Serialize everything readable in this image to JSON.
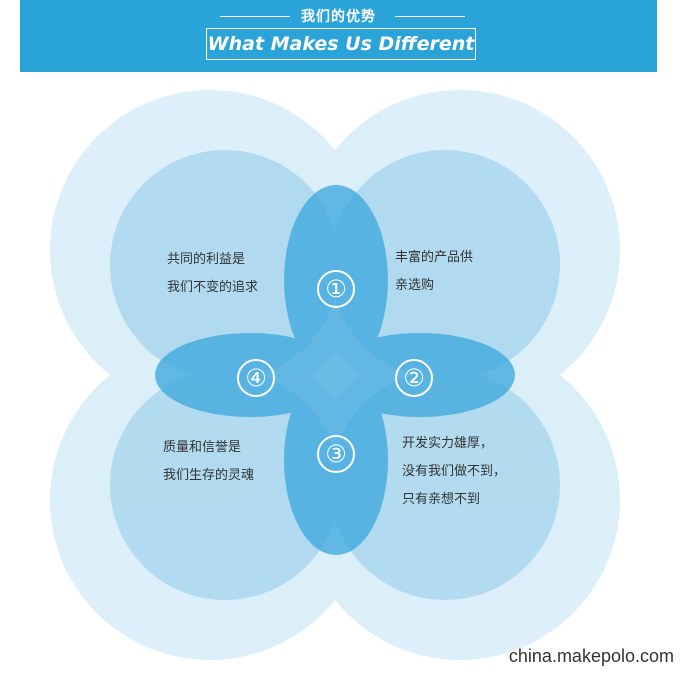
{
  "header": {
    "title": "我们的优势",
    "subtitle": "What Makes Us Different"
  },
  "quadrants": [
    {
      "number": "①",
      "lines": [
        "丰富的产品供",
        "亲选购"
      ]
    },
    {
      "number": "②",
      "lines": []
    },
    {
      "number": "③",
      "lines": [
        "开发实力雄厚，",
        "没有我们做不到，",
        "只有亲想不到"
      ]
    },
    {
      "number": "④",
      "lines": []
    }
  ],
  "left_top_text": [
    "共同的利益是",
    "我们不变的追求"
  ],
  "left_bottom_text": [
    "质量和信誉是",
    "我们生存的灵魂"
  ],
  "watermark": "china.makepolo.com",
  "colors": {
    "header_bg": "#2aa3d9",
    "outer_circle": "#cfe9f7",
    "inner_circle": "#9fd2ee",
    "overlap_blue": "#3aa6dc"
  }
}
